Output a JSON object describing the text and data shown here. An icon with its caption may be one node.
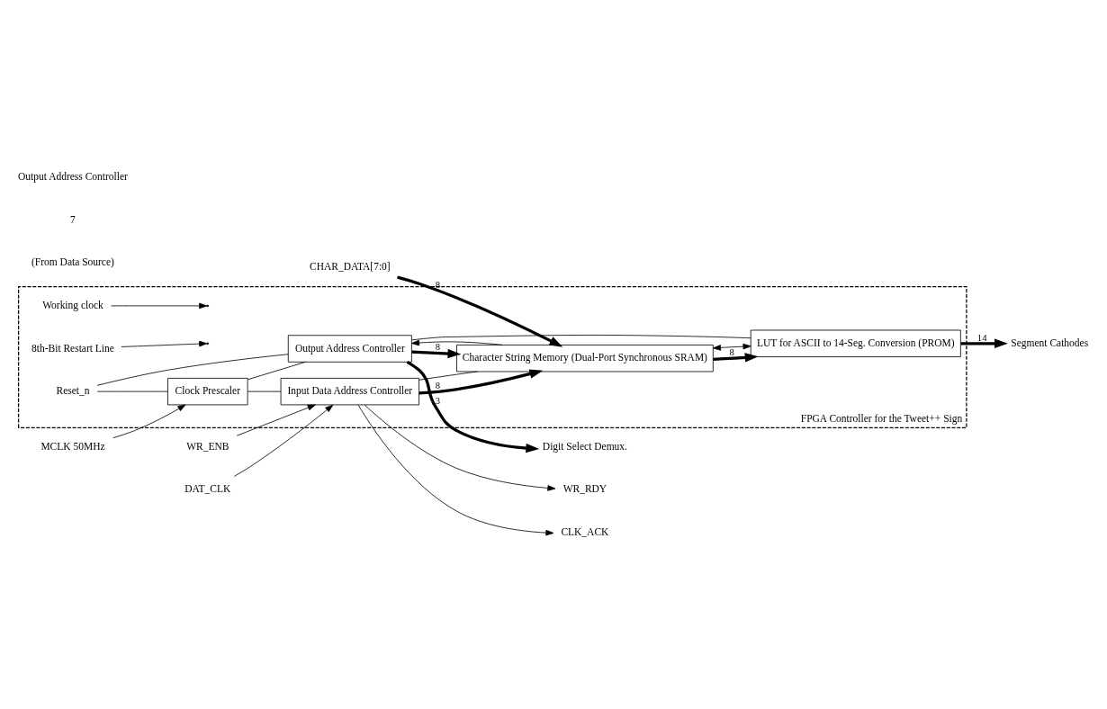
{
  "diagram": {
    "nodes": [
      {
        "text": [
          "FPGA Controller for the Tweet++ Sign"
        ]
      },
      {
        "text": [
          "Clock Prescaler"
        ],
        "in": 0
      },
      {
        "text": [
          "Output Address Controller"
        ],
        "in": 0
      },
      {
        "text": [
          "Input Data Address Controller"
        ],
        "in": 0
      },
      {
        "text": [
          "Character String Memory (Dual-Port Synchronous SRAM)"
        ],
        "in": 0
      },
      {
        "text": [
          "LUT for ASCII to 14-Seg. Conversion (PROM)"
        ],
        "in": 0
      },
      {
        "text": [
          "MCLK 50MHz"
        ]
      },
      {
        "text": [
          "Reset_n"
        ],
        "in": 0
      },
      {
        "text": [
          "Working clock"
        ],
        "in": 0
      },
      {
        "text": [
          "8th-Bit Restart Line"
        ],
        "in": 0
      },
      {
        "text": [
          "Digit Select Demux."
        ]
      },
      {
        "text": [
          "WR_ENB"
        ]
      },
      {
        "text": [
          "WR_RDY"
        ]
      },
      {
        "text": [
          "DAT_CLK"
        ]
      },
      {
        "text": [
          "CLK_ACK"
        ]
      },
      {
        "text": [
          "CHAR_DATA[7:0]"
        ]
      },
      {
        "text": [
          "Segment Cathodes"
        ]
      }
    ],
    "edges": [
      {
        "from": 6,
        "to": 1,
        "arrow": "to"
      },
      {
        "from": 7,
        "to": 1,
        "arrow": "none"
      },
      {
        "from": 7,
        "to": 2,
        "arrow": "none"
      },
      {
        "from": 1,
        "to": 2,
        "arrow": "none"
      },
      {
        "from": 1,
        "to": 3,
        "arrow": "none"
      },
      {
        "from": 8,
        "to": null,
        "arrow": "to"
      },
      {
        "from": 2,
        "to": 10,
        "arrow": "to",
        "label": "3",
        "style": "thick"
      },
      {
        "from": 2,
        "to": 4,
        "arrow": "to",
        "label": "8",
        "style": "thick"
      },
      {
        "from": 9,
        "to": null,
        "arrow": "to"
      },
      {
        "from": 11,
        "to": 3,
        "arrow": "to"
      },
      {
        "from": 3,
        "to": 12,
        "arrow": "to"
      },
      {
        "from": 13,
        "to": 3,
        "arrow": "to"
      },
      {
        "from": 3,
        "to": 14,
        "arrow": "to"
      },
      {
        "from": 3,
        "to": 4,
        "arrow": "none"
      },
      {
        "from": 3,
        "to": 4,
        "arrow": "to",
        "label": "8",
        "style": "thick"
      },
      {
        "from": 15,
        "to": 4,
        "arrow": "to",
        "label": "8",
        "style": "thick"
      },
      {
        "from": 4,
        "to": 5,
        "arrow": "to",
        "label": "8",
        "style": "thick"
      },
      {
        "from": 4,
        "to": 2,
        "arrow": "to"
      },
      {
        "from": 4,
        "to": 5,
        "arrow": "both"
      },
      {
        "from": 2,
        "to": 5,
        "arrow": "none"
      },
      {
        "from": 5,
        "to": 16,
        "arrow": "to",
        "label": "14",
        "style": "thick"
      }
    ],
    "labels": [
      "(From Data Source)",
      "7",
      "Output Address Controller"
    ]
  }
}
